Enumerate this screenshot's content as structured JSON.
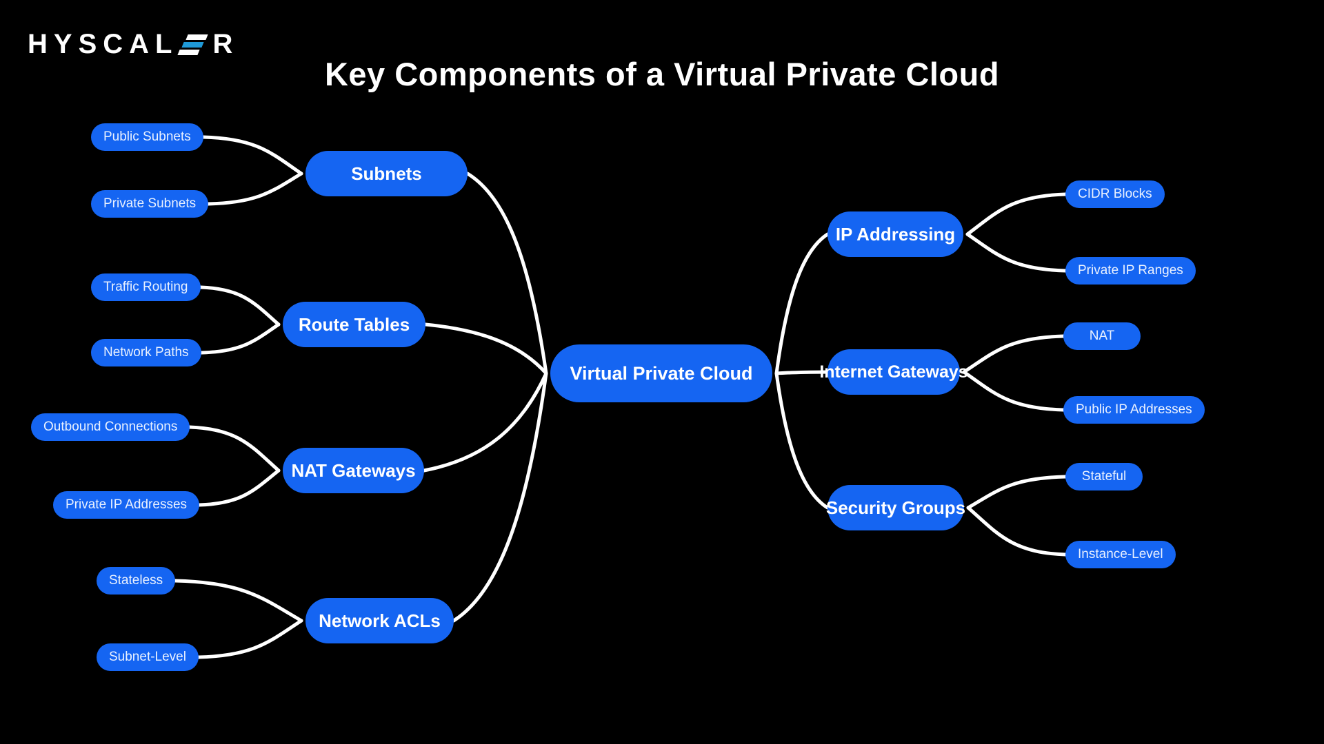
{
  "brand": {
    "prefix": "HYSCAL",
    "suffix": "R"
  },
  "header": {
    "title": "Key Components of a Virtual Private Cloud"
  },
  "colors": {
    "background": "#000000",
    "node_fill": "#1565F2",
    "node_text": "#FFFFFF",
    "leaf_text": "#E9F1FF",
    "connector": "#FFFFFF",
    "logo_accent": "#1F9AD8"
  },
  "mindmap": {
    "root": {
      "id": "vpc",
      "label": "Virtual Private Cloud"
    },
    "left": [
      {
        "id": "subnets",
        "label": "Subnets",
        "children": [
          {
            "id": "public-subnets",
            "label": "Public Subnets"
          },
          {
            "id": "private-subnets",
            "label": "Private Subnets"
          }
        ]
      },
      {
        "id": "route-tables",
        "label": "Route Tables",
        "children": [
          {
            "id": "traffic-routing",
            "label": "Traffic Routing"
          },
          {
            "id": "network-paths",
            "label": "Network Paths"
          }
        ]
      },
      {
        "id": "nat-gateways",
        "label": "NAT Gateways",
        "children": [
          {
            "id": "outbound-connections",
            "label": "Outbound Connections"
          },
          {
            "id": "private-ip-addresses",
            "label": "Private IP Addresses"
          }
        ]
      },
      {
        "id": "network-acls",
        "label": "Network ACLs",
        "children": [
          {
            "id": "stateless",
            "label": "Stateless"
          },
          {
            "id": "subnet-level",
            "label": "Subnet-Level"
          }
        ]
      }
    ],
    "right": [
      {
        "id": "ip-addressing",
        "label": "IP Addressing",
        "children": [
          {
            "id": "cidr-blocks",
            "label": "CIDR Blocks"
          },
          {
            "id": "private-ip-ranges",
            "label": "Private IP Ranges"
          }
        ]
      },
      {
        "id": "internet-gateways",
        "label": "Internet Gateways",
        "children": [
          {
            "id": "nat",
            "label": "NAT"
          },
          {
            "id": "public-ip-addresses",
            "label": "Public IP Addresses"
          }
        ]
      },
      {
        "id": "security-groups",
        "label": "Security Groups",
        "children": [
          {
            "id": "stateful",
            "label": "Stateful"
          },
          {
            "id": "instance-level",
            "label": "Instance-Level"
          }
        ]
      }
    ]
  }
}
